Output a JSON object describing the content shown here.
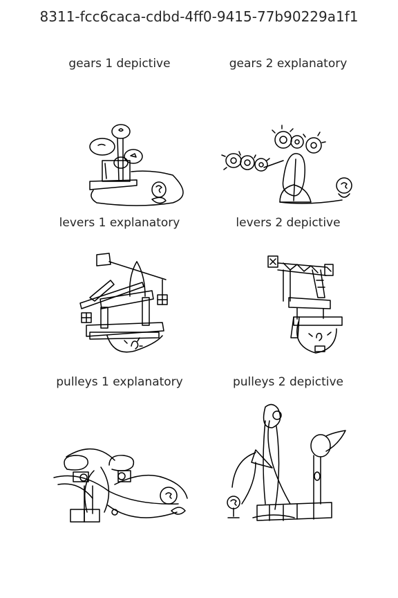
{
  "page_title": "8311-fcc6caca-cdbd-4ff0-9415-77b90229a1f1",
  "panels": [
    {
      "label": "gears 1 depictive"
    },
    {
      "label": "gears 2 explanatory"
    },
    {
      "label": "levers 1 explanatory"
    },
    {
      "label": "levers 2 depictive"
    },
    {
      "label": "pulleys 1 explanatory"
    },
    {
      "label": "pulleys 2 depictive"
    }
  ]
}
